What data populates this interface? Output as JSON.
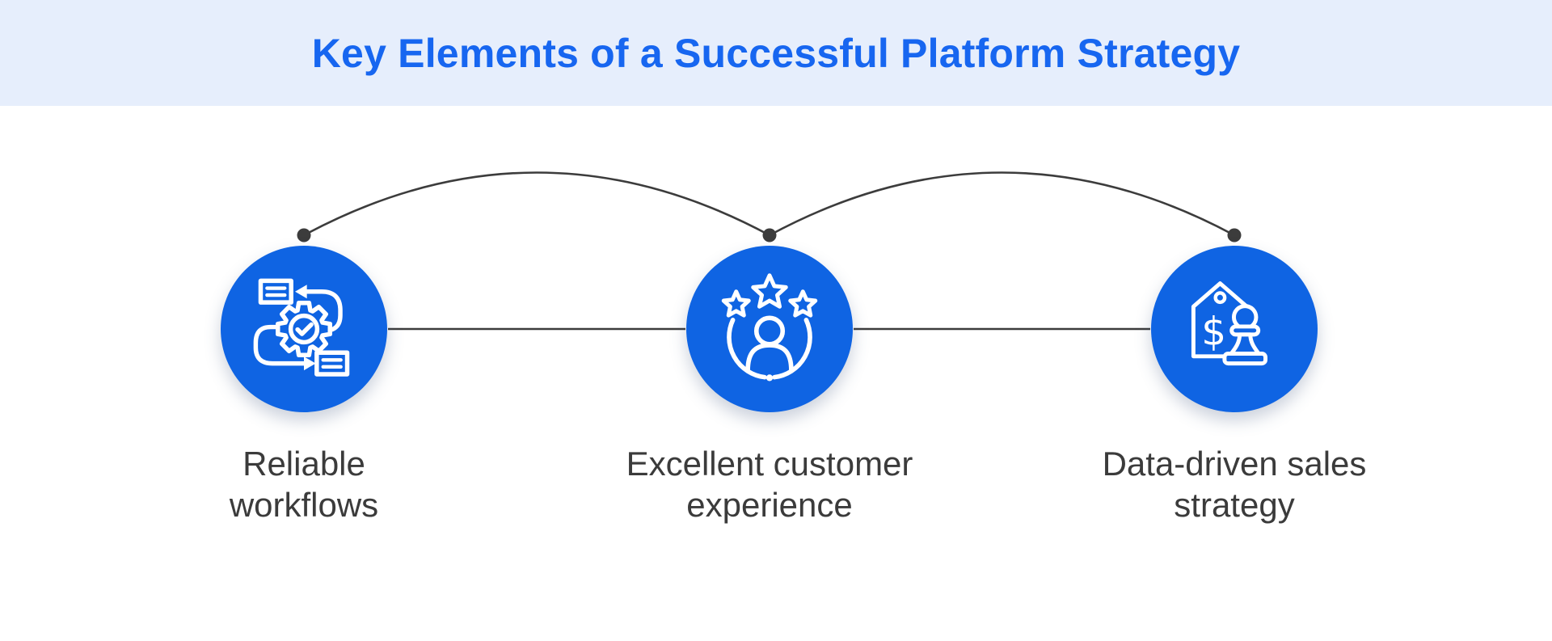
{
  "header": {
    "title": "Key Elements of a Successful Platform Strategy"
  },
  "nodes": [
    {
      "icon": "workflow-gear-icon",
      "label_line1": "Reliable",
      "label_line2": "workflows"
    },
    {
      "icon": "customer-rating-stars-icon",
      "label_line1": "Excellent customer",
      "label_line2": "experience"
    },
    {
      "icon": "price-tag-chess-pawn-icon",
      "label_line1": "Data-driven sales",
      "label_line2": "strategy"
    }
  ],
  "colors": {
    "header_background": "#E6EEFC",
    "title_text": "#1766F0",
    "node_circle": "#0F64E3",
    "connector": "#3C3C3C",
    "label_text": "#3B3B3B",
    "icon_stroke": "#FFFFFF",
    "page_background": "#FFFFFF"
  }
}
